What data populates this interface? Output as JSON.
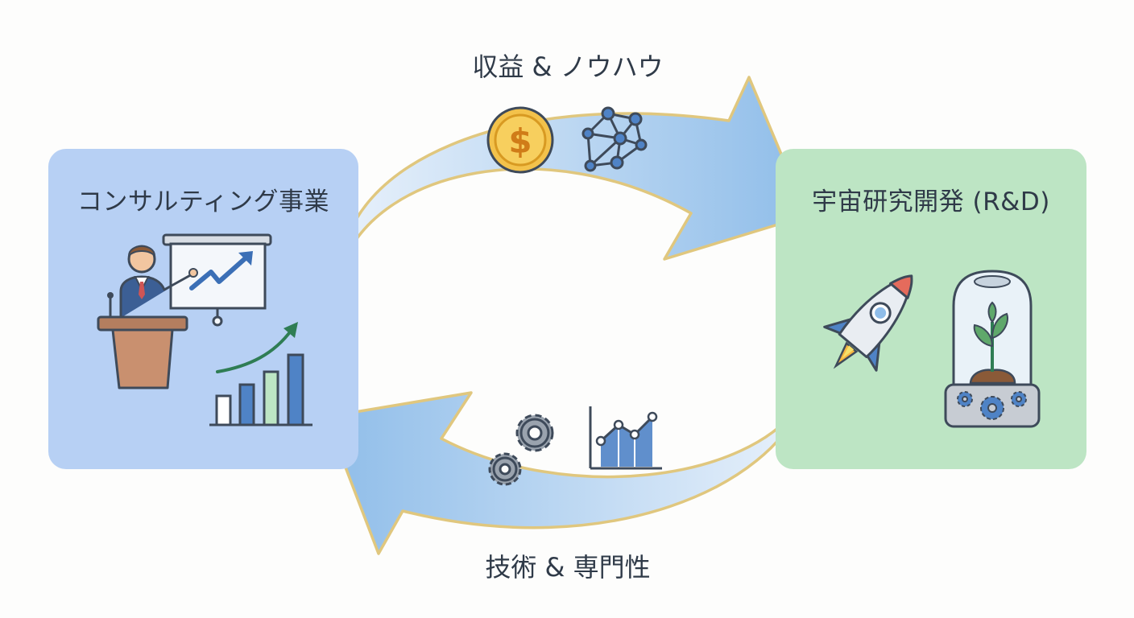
{
  "diagram": {
    "left_node": {
      "title": "コンサルティング事業"
    },
    "right_node": {
      "title": "宇宙研究開発 (R&D)"
    },
    "top_flow": {
      "label": "収益 & ノウハウ"
    },
    "bottom_flow": {
      "label": "技術 & 専門性"
    }
  },
  "colors": {
    "left_box": "#b7d0f4",
    "right_box": "#bde5c4",
    "arrow_fill": "#a9ccee",
    "arrow_outline": "#e0c77e",
    "text": "#2f3a48"
  },
  "icons": {
    "left_node": [
      "presenter-icon",
      "presentation-board-icon",
      "podium-icon",
      "growth-bar-chart-icon"
    ],
    "top_flow": [
      "dollar-coin-icon",
      "network-icon"
    ],
    "bottom_flow": [
      "gears-icon",
      "line-area-chart-icon"
    ],
    "right_node": [
      "rocket-icon",
      "plant-terrarium-icon"
    ]
  }
}
